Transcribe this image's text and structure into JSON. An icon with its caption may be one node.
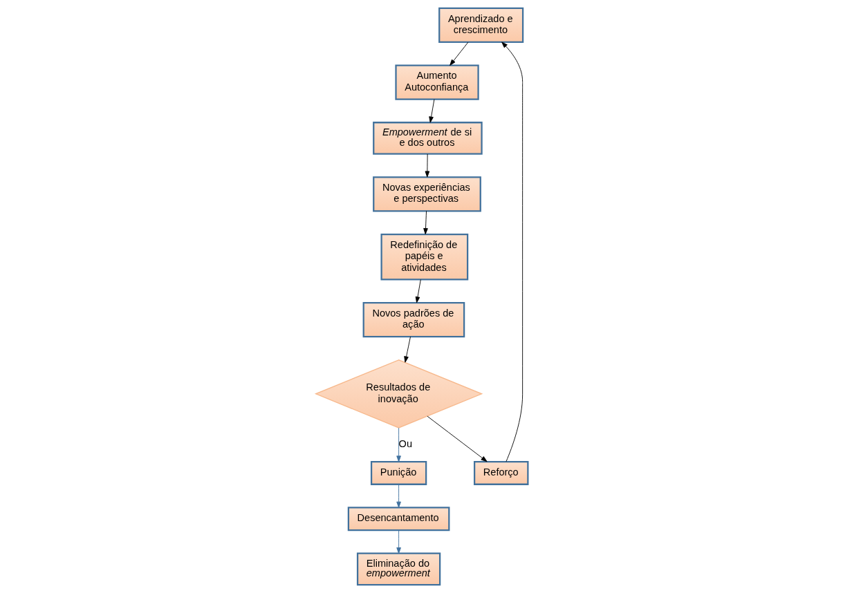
{
  "diagram": {
    "nodes": [
      {
        "text": [
          "Aprendizado e crescimento"
        ]
      },
      {
        "text": [
          "Aumento Autoconfiança"
        ]
      },
      {
        "text": [
          "*Empowerment* de si e dos outros"
        ]
      },
      {
        "text": [
          "Novas experiências e perspectivas"
        ]
      },
      {
        "text": [
          "Redefinição de papéis e atividades"
        ]
      },
      {
        "text": [
          "Novos padrões de ação"
        ]
      },
      {
        "text": [
          "Resultados de inovação"
        ]
      },
      {
        "text": [
          "Reforço"
        ]
      },
      {
        "text": [
          "Punição"
        ]
      },
      {
        "text": [
          "Desencantamento"
        ]
      },
      {
        "text": [
          "Eliminação do *empowerment*"
        ]
      }
    ],
    "edges": [
      {
        "from": 0,
        "to": 1,
        "arrow": "to"
      },
      {
        "from": 1,
        "to": 2,
        "arrow": "to"
      },
      {
        "from": 2,
        "to": 3,
        "arrow": "to"
      },
      {
        "from": 3,
        "to": 4,
        "arrow": "to"
      },
      {
        "from": 4,
        "to": 5,
        "arrow": "to"
      },
      {
        "from": 5,
        "to": 6,
        "arrow": "to"
      },
      {
        "from": 6,
        "to": 7,
        "arrow": "to"
      },
      {
        "from": 7,
        "to": 0,
        "arrow": "to"
      },
      {
        "from": 6,
        "to": 8,
        "arrow": "to",
        "label": "Ou",
        "color": "#41729f"
      },
      {
        "from": 8,
        "to": 9,
        "arrow": "to",
        "color": "#41729f"
      },
      {
        "from": 9,
        "to": 10,
        "arrow": "to",
        "color": "#41729f"
      }
    ]
  }
}
